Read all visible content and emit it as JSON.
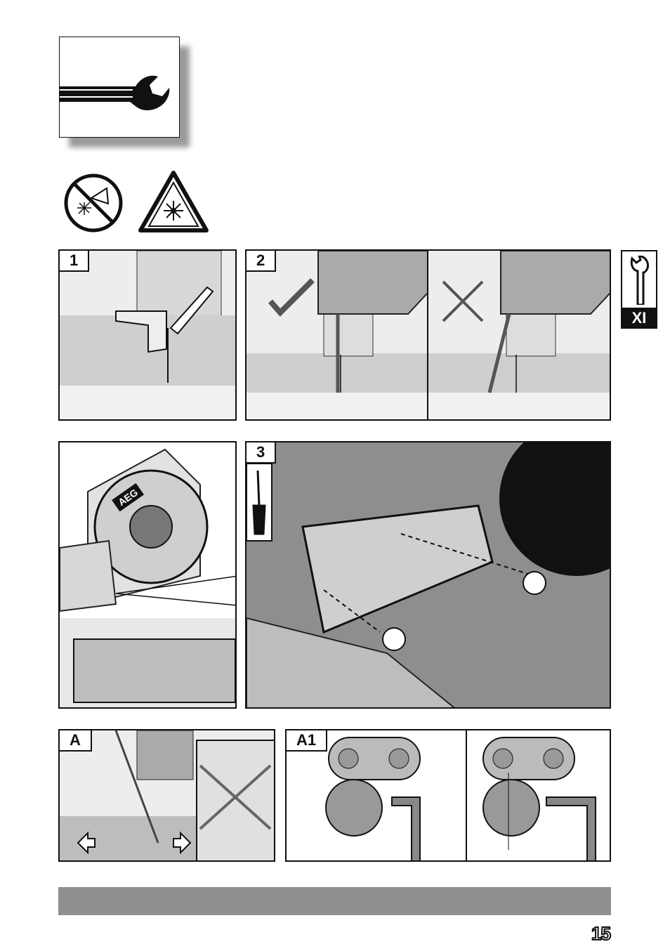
{
  "tool_tab": {
    "code": "XI",
    "icon": "wrench-icon"
  },
  "panels": {
    "p1": {
      "label": "1"
    },
    "p2": {
      "label": "2"
    },
    "p3": {
      "label": "3"
    },
    "pA": {
      "label": "A"
    },
    "pA1": {
      "label": "A1"
    }
  },
  "saw_brand": "AEG",
  "page_number": "15",
  "colors": {
    "bar": "#8f8f8f",
    "panel_bg": "#ededed"
  }
}
